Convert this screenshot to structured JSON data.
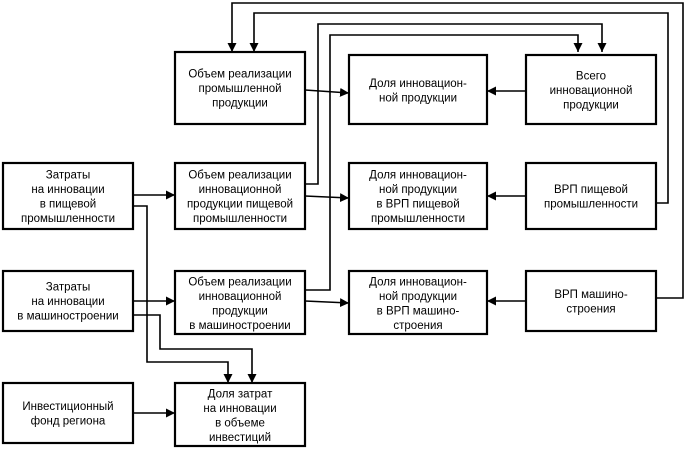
{
  "boxes": {
    "volume_industrial": [
      "Объем реализации",
      "промышленной",
      "продукции"
    ],
    "share_innovative": [
      "Доля инновацион-",
      "ной продукции"
    ],
    "total_innovative": [
      "Всего",
      "инновационной",
      "продукции"
    ],
    "costs_food": [
      "Затраты",
      "на инновации",
      "в пищевой",
      "промышленности"
    ],
    "volume_innov_food": [
      "Объем реализации",
      "инновационной",
      "продукции пищевой",
      "промышленности"
    ],
    "share_innov_grp_food": [
      "Доля инновацион-",
      "ной продукции",
      "в ВРП пищевой",
      "промышленности"
    ],
    "grp_food": [
      "ВРП пищевой",
      "промышленности"
    ],
    "costs_machine": [
      "Затраты",
      "на инновации",
      "в машиностроении"
    ],
    "volume_innov_machine": [
      "Объем реализации",
      "инновационной",
      "продукции",
      "в машиностроении"
    ],
    "share_innov_grp_machine": [
      "Доля инновацион-",
      "ной продукции",
      "в ВРП машино-",
      "строения"
    ],
    "grp_machine": [
      "ВРП машино-",
      "строения"
    ],
    "investment_fund": [
      "Инвестиционный",
      "фонд региона"
    ],
    "share_costs_investment": [
      "Доля затрат",
      "на инновации",
      "в объеме",
      "инвестиций"
    ]
  }
}
